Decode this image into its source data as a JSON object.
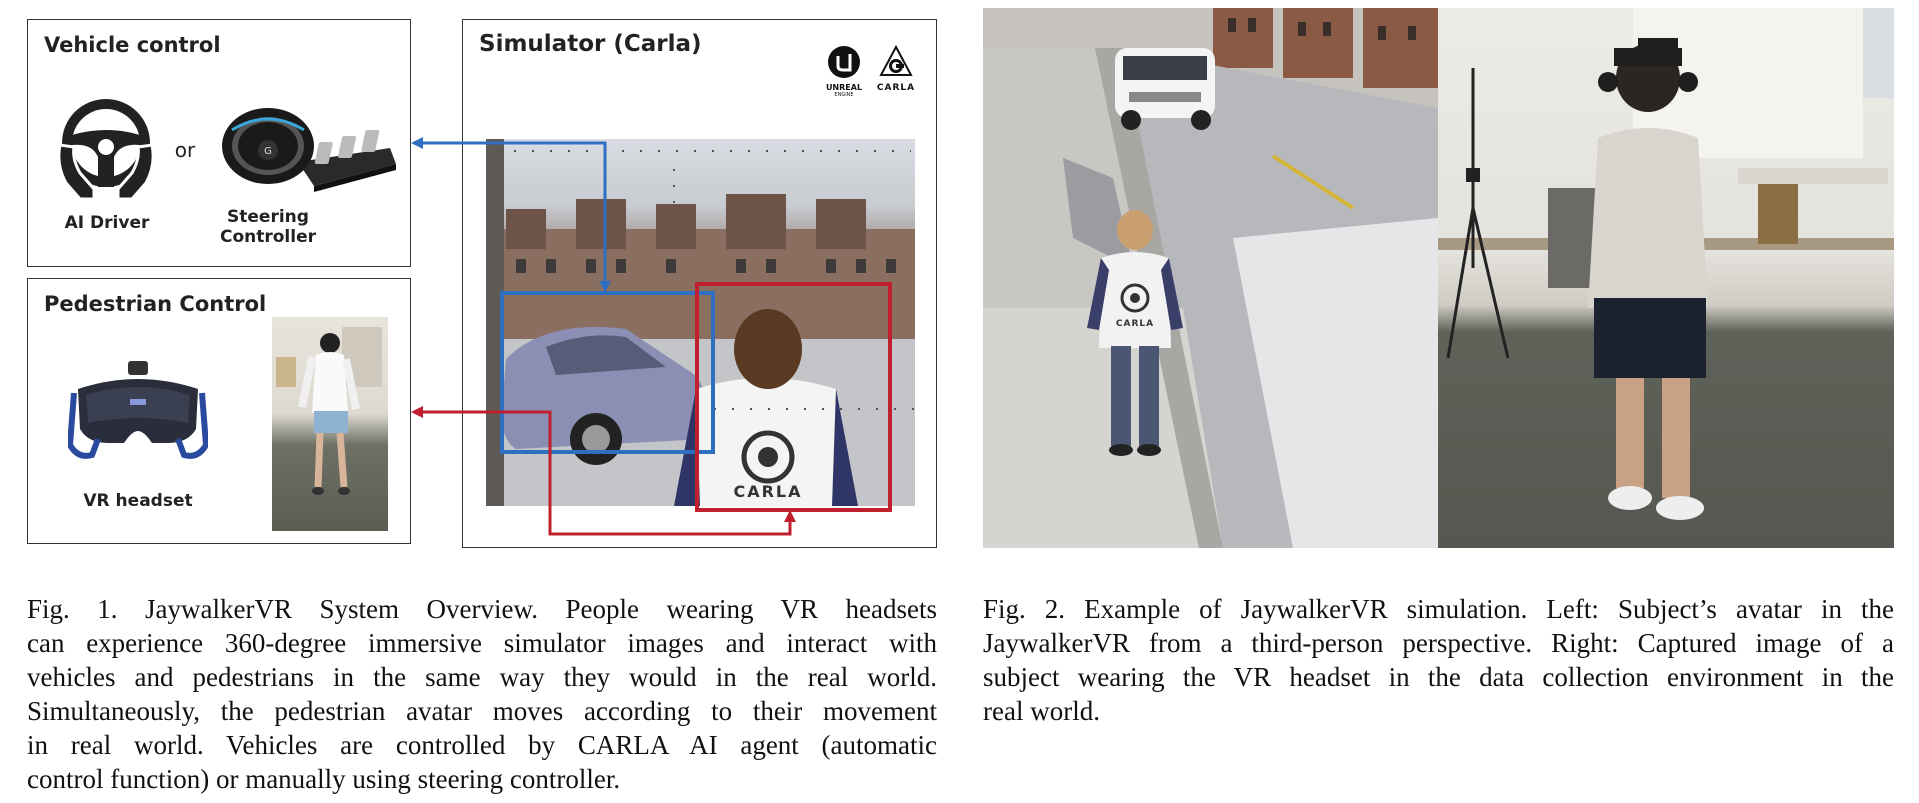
{
  "fig1": {
    "vehicle_control": {
      "title": "Vehicle control",
      "ai_driver_label": "AI Driver",
      "or_label": "or",
      "steering_label_line1": "Steering",
      "steering_label_line2": "Controller"
    },
    "pedestrian_control": {
      "title": "Pedestrian Control",
      "vr_label": "VR headset"
    },
    "simulator": {
      "title": "Simulator (Carla)",
      "logo_unreal_text": "UNREAL",
      "logo_unreal_sub": "ENGINE",
      "logo_carla_text": "CARLA",
      "tshirt_text": "CARLA"
    },
    "caption_lines": [
      "Fig. 1.    JaywalkerVR System Overview. People wearing VR headsets",
      "can experience 360-degree immersive simulator images and interact with",
      "vehicles and pedestrians in the same way they would in the real world.",
      "Simultaneously, the pedestrian avatar moves according to their movement",
      "in real world. Vehicles are controlled by CARLA AI agent (automatic",
      "control function) or manually using steering controller."
    ],
    "colors": {
      "blue_arrow": "#2f6fc0",
      "red_arrow": "#c0202e"
    }
  },
  "fig2": {
    "tshirt_text": "CARLA",
    "caption_lines": [
      "Fig. 2.   Example of JaywalkerVR simulation. Left: Subject’s avatar in the",
      "JaywalkerVR from a third-person perspective. Right: Captured image of a",
      "subject wearing the VR headset in the data collection environment in the",
      "real world."
    ]
  }
}
